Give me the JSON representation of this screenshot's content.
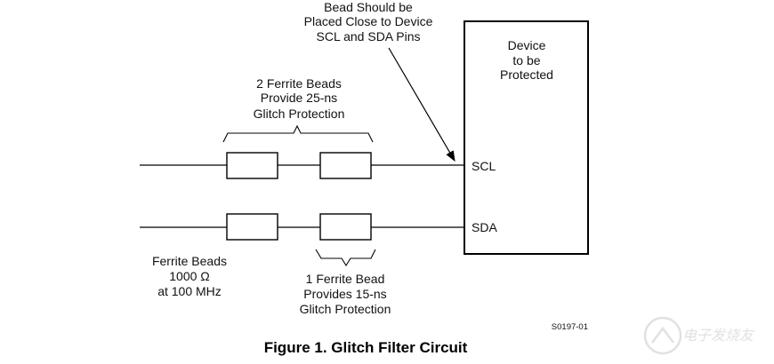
{
  "note": {
    "lines": [
      "Bead Should be",
      "Placed  Close to Device",
      "SCL and SDA Pins"
    ]
  },
  "device": {
    "lines": [
      "Device",
      "to be",
      "Protected"
    ],
    "pins": {
      "scl": "SCL",
      "sda": "SDA"
    }
  },
  "top_group": {
    "lines": [
      "2 Ferrite Beads",
      "Provide 25-ns",
      "Glitch Protection"
    ]
  },
  "bottom_group": {
    "lines": [
      "1 Ferrite Bead",
      "Provides 15-ns",
      "Glitch Protection"
    ]
  },
  "bead_spec": {
    "lines": [
      "Ferrite Beads",
      "1000 Ω",
      "at 100 MHz"
    ]
  },
  "figure_id": "S0197-01",
  "caption": "Figure 1. Glitch Filter Circuit",
  "watermark": "电子发烧友",
  "colors": {
    "line": "#000000",
    "text": "#111111",
    "watermark": "#c9c9c9"
  }
}
